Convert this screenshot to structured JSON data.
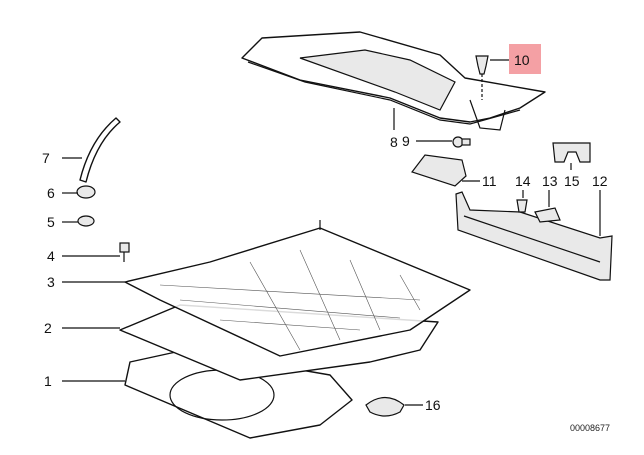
{
  "diagram": {
    "callouts": [
      "1",
      "2",
      "3",
      "4",
      "5",
      "6",
      "7",
      "8",
      "9",
      "10",
      "11",
      "12",
      "13",
      "14",
      "15",
      "16"
    ],
    "highlighted_callout": "10",
    "highlight_color": "#f4a0a4",
    "drawing_code": "00008677"
  }
}
